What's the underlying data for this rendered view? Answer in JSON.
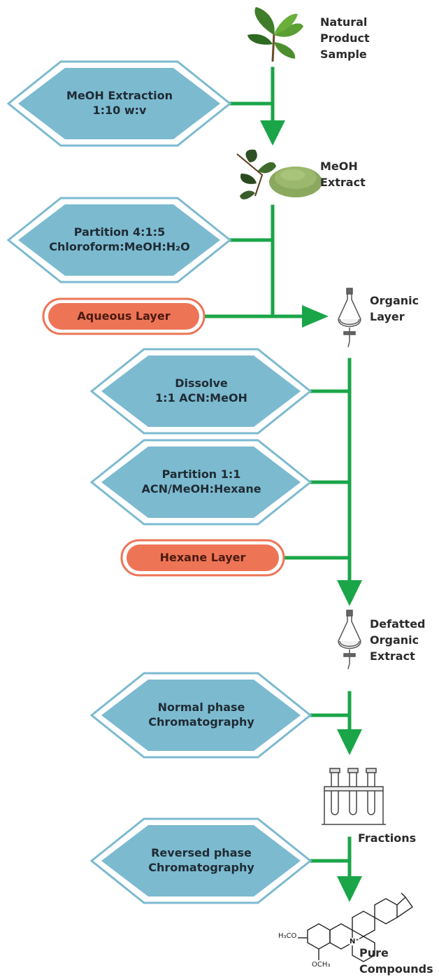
{
  "colors": {
    "flow_green": "#1aa548",
    "hex_fill": "#7cbad0",
    "hex_outline": "#7cbad0",
    "pill_fill": "#ee7456",
    "pill_outline": "#ee7456",
    "label_text": "#2b2b2b"
  },
  "nodes": {
    "natural_product": {
      "lines": [
        "Natural",
        "Product",
        "Sample"
      ],
      "icon": "leaves-icon"
    },
    "meoh_extract": {
      "lines": [
        "MeOH",
        "Extract"
      ],
      "icon": "leaves-powder-icon"
    },
    "organic_layer": {
      "lines": [
        "Organic",
        "Layer"
      ],
      "icon": "separatory-funnel-icon"
    },
    "defatted_extract": {
      "lines": [
        "Defatted",
        "Organic",
        "Extract"
      ],
      "icon": "separatory-funnel-icon"
    },
    "fractions": {
      "lines": [
        "Fractions"
      ],
      "icon": "test-tube-rack-icon"
    },
    "pure_compounds": {
      "lines": [
        "Pure",
        "Compounds"
      ],
      "icon": "molecule-structure-icon",
      "structure_labels": {
        "methoxy_left": "H₃CO",
        "methoxy_bottom": "OCH₃",
        "nitrogen": "N⁺"
      }
    }
  },
  "steps": [
    {
      "id": "meoh-extraction",
      "shape": "hexagon",
      "lines": [
        "MeOH Extraction",
        "1:10 w:v"
      ]
    },
    {
      "id": "partition-415",
      "shape": "hexagon",
      "lines": [
        "Partition 4:1:5",
        "Chloroform:MeOH:H₂O"
      ]
    },
    {
      "id": "aqueous-layer",
      "shape": "pill",
      "lines": [
        "Aqueous Layer"
      ]
    },
    {
      "id": "dissolve",
      "shape": "hexagon",
      "lines": [
        "Dissolve",
        "1:1 ACN:MeOH"
      ]
    },
    {
      "id": "partition-11",
      "shape": "hexagon",
      "lines": [
        "Partition 1:1",
        "ACN/MeOH:Hexane"
      ]
    },
    {
      "id": "hexane-layer",
      "shape": "pill",
      "lines": [
        "Hexane Layer"
      ]
    },
    {
      "id": "normal-phase",
      "shape": "hexagon",
      "lines": [
        "Normal phase",
        "Chromatography"
      ]
    },
    {
      "id": "reversed-phase",
      "shape": "hexagon",
      "lines": [
        "Reversed phase",
        "Chromatography"
      ]
    }
  ]
}
